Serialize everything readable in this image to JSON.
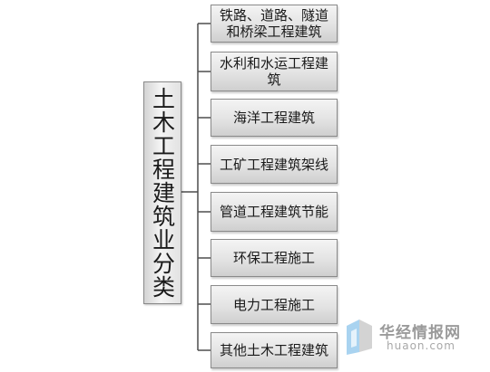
{
  "diagram": {
    "root": {
      "label": "土木工程建筑业分类"
    },
    "children": [
      {
        "label": "铁路、道路、隧道和桥梁工程建筑"
      },
      {
        "label": "水利和水运工程建筑"
      },
      {
        "label": "海洋工程建筑"
      },
      {
        "label": "工矿工程建筑架线"
      },
      {
        "label": "管道工程建筑节能"
      },
      {
        "label": "环保工程施工"
      },
      {
        "label": "电力工程施工"
      },
      {
        "label": "其他土木工程建筑"
      }
    ]
  },
  "watermark": {
    "brand": "华经情报网",
    "site": "huaon.com",
    "icon": "huaon-logo-icon"
  },
  "colors": {
    "box_border": "#8a8a8a",
    "connector": "#4d4d4d",
    "text": "#1a1a1a",
    "watermark_text": "#9a9a9a",
    "logo_blue": "#a9d3f0"
  }
}
